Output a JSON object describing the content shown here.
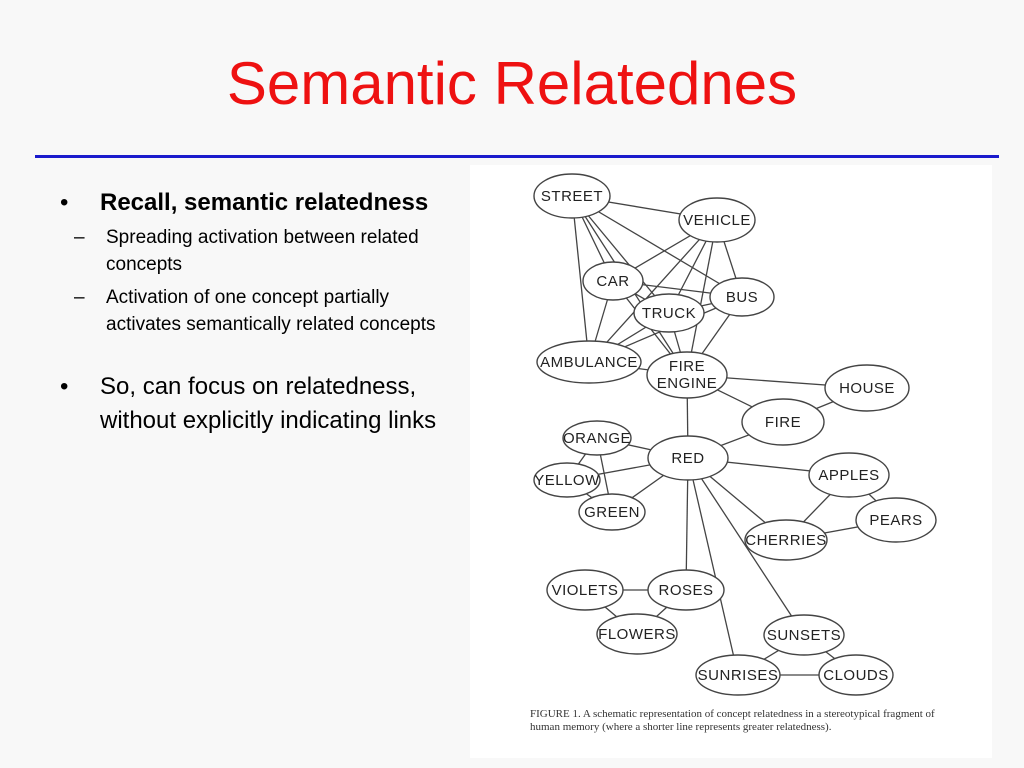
{
  "title": "Semantic Relatednes",
  "bullets": [
    {
      "text": "Recall, semantic relatedness",
      "subs": [
        "Spreading activation between related concepts",
        "Activation of one concept partially activates semantically related concepts"
      ]
    },
    {
      "text": "So, can focus on relatedness, without explicitly indicating links",
      "subs": []
    }
  ],
  "figure": {
    "nodes": {
      "street": "STREET",
      "vehicle": "VEHICLE",
      "car": "CAR",
      "bus": "BUS",
      "truck": "TRUCK",
      "ambulance": "AMBULANCE",
      "fire_engine_1": "FIRE",
      "fire_engine_2": "ENGINE",
      "house": "HOUSE",
      "fire": "FIRE",
      "orange": "ORANGE",
      "red": "RED",
      "yellow": "YELLOW",
      "apples": "APPLES",
      "green": "GREEN",
      "pears": "PEARS",
      "cherries": "CHERRIES",
      "violets": "VIOLETS",
      "roses": "ROSES",
      "flowers": "FLOWERS",
      "sunsets": "SUNSETS",
      "sunrises": "SUNRISES",
      "clouds": "CLOUDS"
    },
    "caption": "FIGURE 1.  A schematic representation of concept relatedness in a stereotypical fragment of human memory (where a shorter line represents greater relatedness)."
  }
}
